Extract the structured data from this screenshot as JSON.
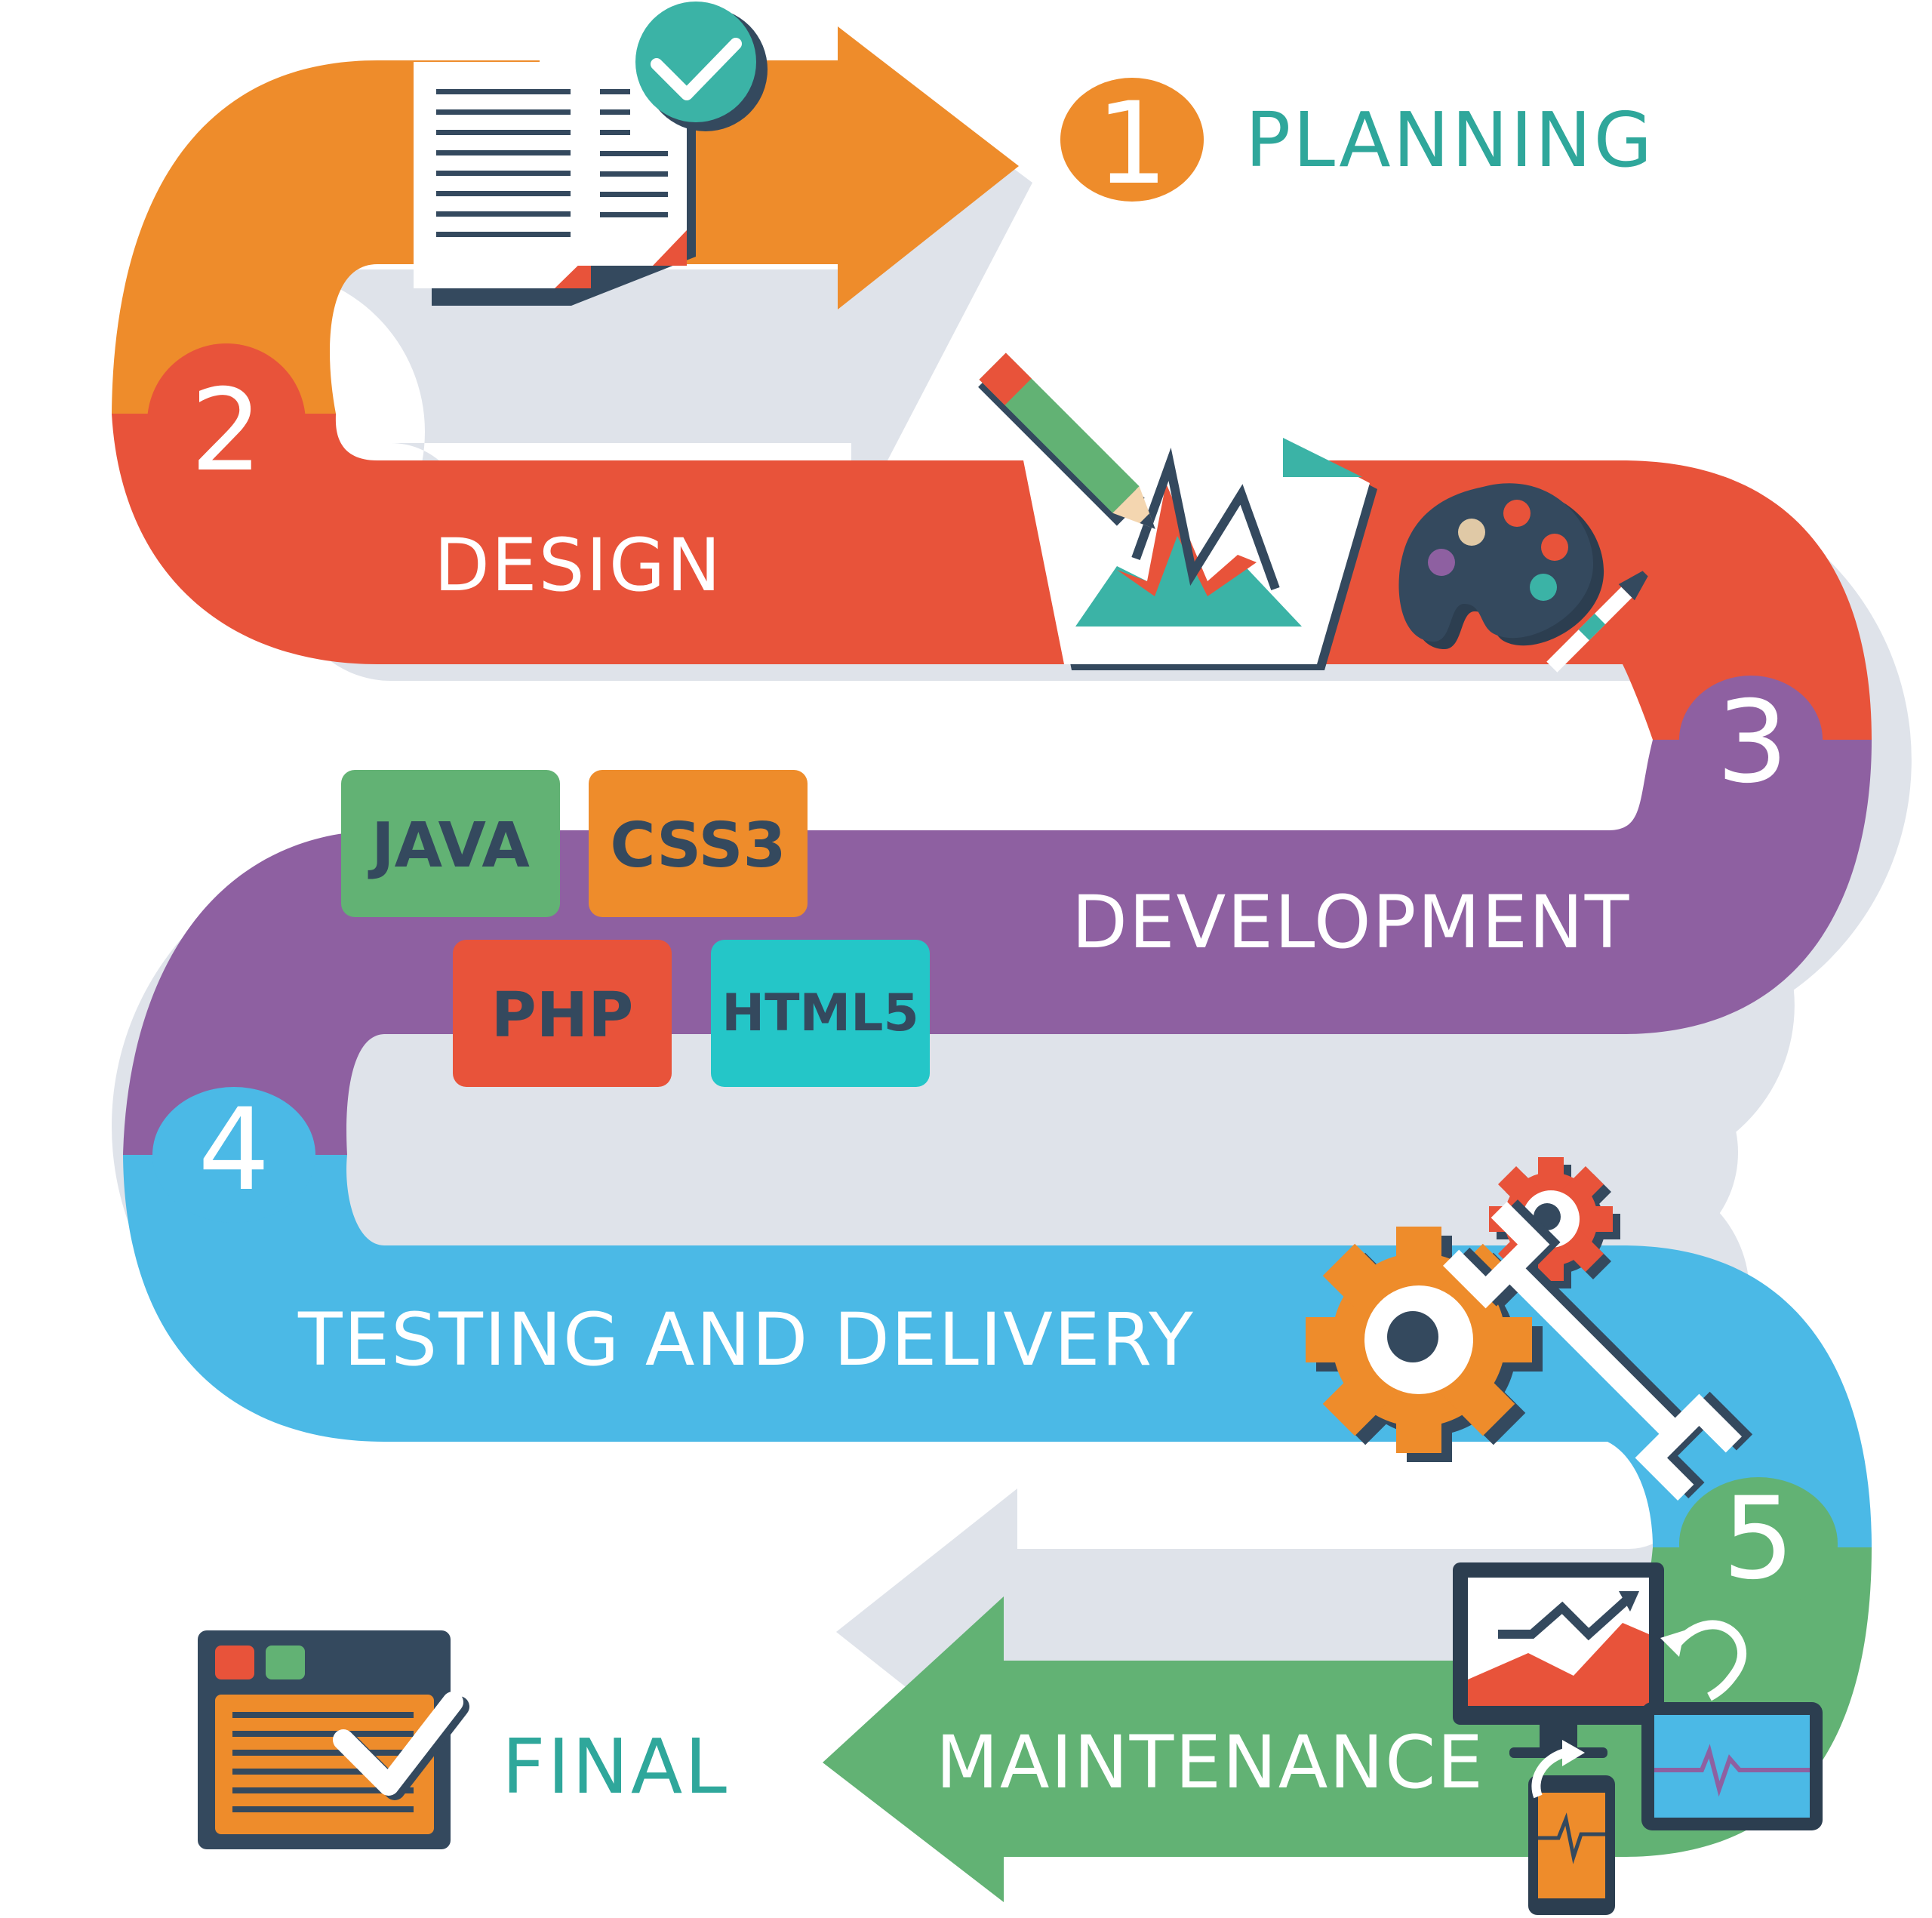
{
  "colors": {
    "orange": "#ee8c2b",
    "red": "#e8533a",
    "purple": "#8e60a1",
    "blue": "#4bb9e6",
    "green": "#62b274",
    "teal": "#2fa79b",
    "shadow": "#dfe3ea",
    "dark": "#34495e"
  },
  "stages": [
    {
      "number": "1",
      "label": "PLANNING"
    },
    {
      "number": "2",
      "label": "DESIGN"
    },
    {
      "number": "3",
      "label": "DEVELOPMENT"
    },
    {
      "number": "4",
      "label": "TESTING AND DELIVERY"
    },
    {
      "number": "5",
      "label": "MAINTENANCE"
    }
  ],
  "final_label": "FINAL",
  "tech_tags": [
    "JAVA",
    "CSS3",
    "PHP",
    "HTML5"
  ],
  "icons": [
    "checklist-document-icon",
    "pencil-chart-icon",
    "paint-palette-icon",
    "gears-icon",
    "wrench-icon",
    "devices-sync-icon",
    "browser-checklist-icon"
  ]
}
